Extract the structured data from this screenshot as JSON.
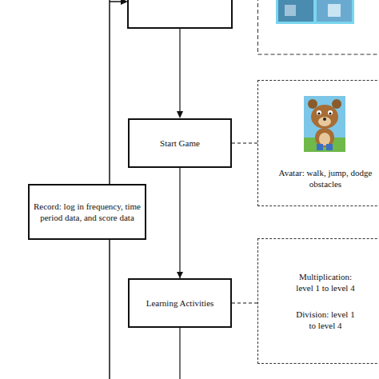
{
  "diagram": {
    "nodes": [
      {
        "text": [
          "Start Game"
        ]
      },
      {
        "text": [
          "Avatar: walk, jump, dodge obstacles"
        ]
      },
      {
        "text": [
          "Record: log in frequency, time period data, and score data"
        ]
      },
      {
        "text": [
          "Learning Activities"
        ]
      },
      {
        "text": [
          "Multiplication: level 1 to level 4",
          "Division: level 1 to level 4"
        ]
      }
    ],
    "edges": [
      {
        "from": 0,
        "to": 3,
        "arrow": "to"
      },
      {
        "from": 0,
        "to": 1,
        "arrow": "none"
      },
      {
        "from": 3,
        "to": 4,
        "arrow": "none"
      }
    ]
  }
}
